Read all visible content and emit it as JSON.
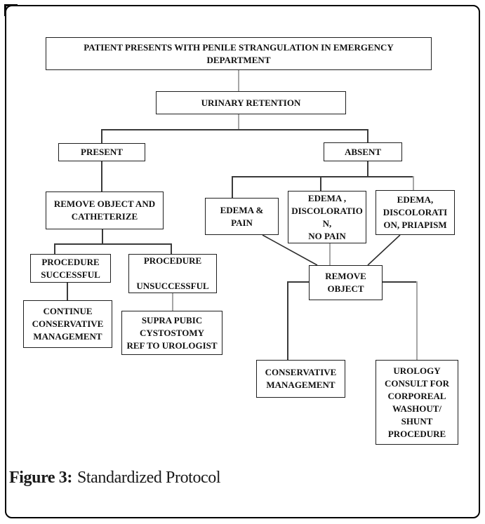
{
  "figure": {
    "caption_label": "Figure 3:",
    "caption_text": "Standardized Protocol"
  },
  "colors": {
    "ink": "#000000",
    "box_border": "#1f1f1f",
    "connector_dark": "#3a3a3a",
    "connector_gray": "#a6a6a6",
    "background": "#ffffff"
  },
  "flowchart": {
    "nodes": {
      "patient_presents": [
        "PATIENT PRESENTS WITH PENILE STRANGULATION IN EMERGENCY",
        "DEPARTMENT"
      ],
      "urinary_retention": [
        "URINARY RETENTION"
      ],
      "present": [
        "PRESENT"
      ],
      "absent": [
        "ABSENT"
      ],
      "remove_object_and_catheterize": [
        "REMOVE OBJECT AND",
        "CATHETERIZE"
      ],
      "procedure_successful": [
        "PROCEDURE",
        "SUCCESSFUL"
      ],
      "procedure_unsuccessful": [
        "PROCEDURE",
        "",
        "UNSUCCESSFUL"
      ],
      "continue_conservative_management": [
        "CONTINUE",
        "CONSERVATIVE",
        "MANAGEMENT"
      ],
      "suprapubic_cystostomy": [
        "SUPRA PUBIC",
        "CYSTOSTOMY",
        "REF TO UROLOGIST"
      ],
      "edema_pain": [
        "EDEMA &",
        "PAIN"
      ],
      "edema_discoloration_no_pain": [
        "EDEMA ,",
        "DISCOLORATIO",
        "N,",
        "NO PAIN"
      ],
      "edema_discoloration_priapism": [
        "EDEMA,",
        "DISCOLORATI",
        "ON, PRIAPISM"
      ],
      "remove_object": [
        "REMOVE",
        "OBJECT"
      ],
      "conservative_management": [
        "CONSERVATIVE",
        "MANAGEMENT"
      ],
      "urology_consult": [
        "UROLOGY",
        "CONSULT FOR",
        "CORPOREAL",
        "WASHOUT/",
        "SHUNT",
        "PROCEDURE"
      ]
    }
  }
}
